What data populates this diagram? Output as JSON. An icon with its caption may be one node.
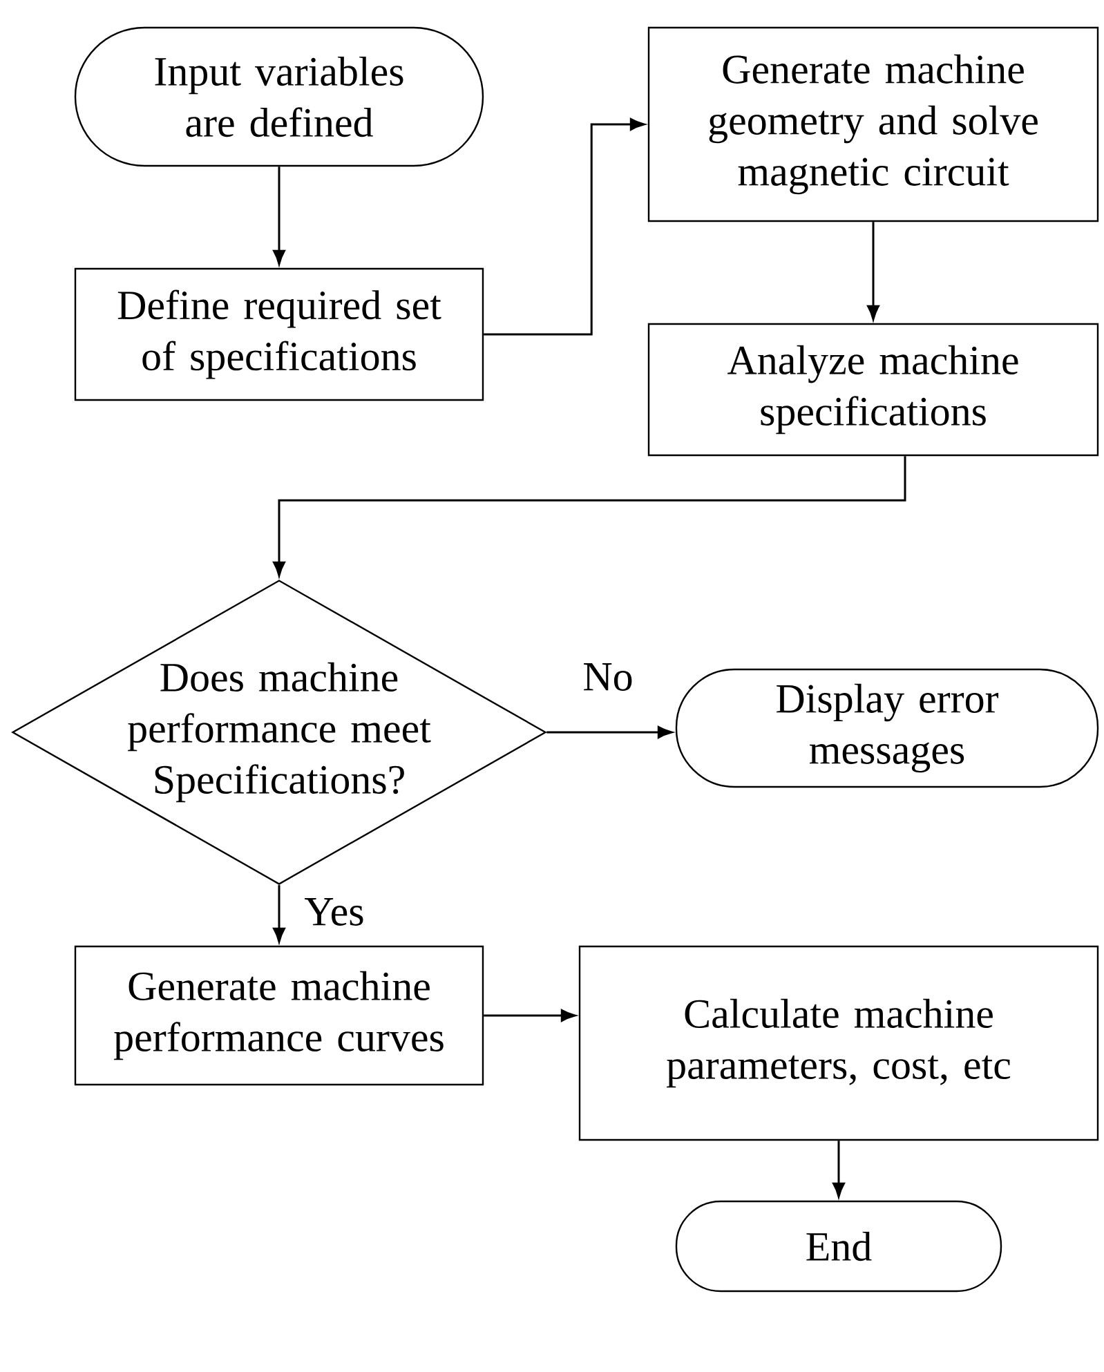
{
  "diagram": {
    "nodes": [
      {
        "text": [
          "Input variables are defined"
        ]
      },
      {
        "text": [
          "Define required set of specifications"
        ]
      },
      {
        "text": [
          "Generate machine geometry and solve magnetic circuit"
        ]
      },
      {
        "text": [
          "Analyze machine specifications"
        ]
      },
      {
        "text": [
          "Does machine performance meet Specifications?"
        ]
      },
      {
        "text": [
          "Display error messages"
        ]
      },
      {
        "text": [
          "Generate machine performance curves"
        ]
      },
      {
        "text": [
          "Calculate machine parameters, cost, etc"
        ]
      },
      {
        "text": [
          "End"
        ]
      }
    ],
    "edges": [
      {
        "from": 0,
        "to": 1,
        "arrow": "to"
      },
      {
        "from": 1,
        "to": 2,
        "arrow": "to"
      },
      {
        "from": 2,
        "to": 3,
        "arrow": "to"
      },
      {
        "from": 3,
        "to": 4,
        "arrow": "to"
      },
      {
        "from": 4,
        "to": 5,
        "arrow": "to",
        "label": "No"
      },
      {
        "from": 4,
        "to": 6,
        "arrow": "to",
        "label": "Yes"
      },
      {
        "from": 6,
        "to": 7,
        "arrow": "to"
      },
      {
        "from": 7,
        "to": 8,
        "arrow": "to"
      }
    ]
  }
}
